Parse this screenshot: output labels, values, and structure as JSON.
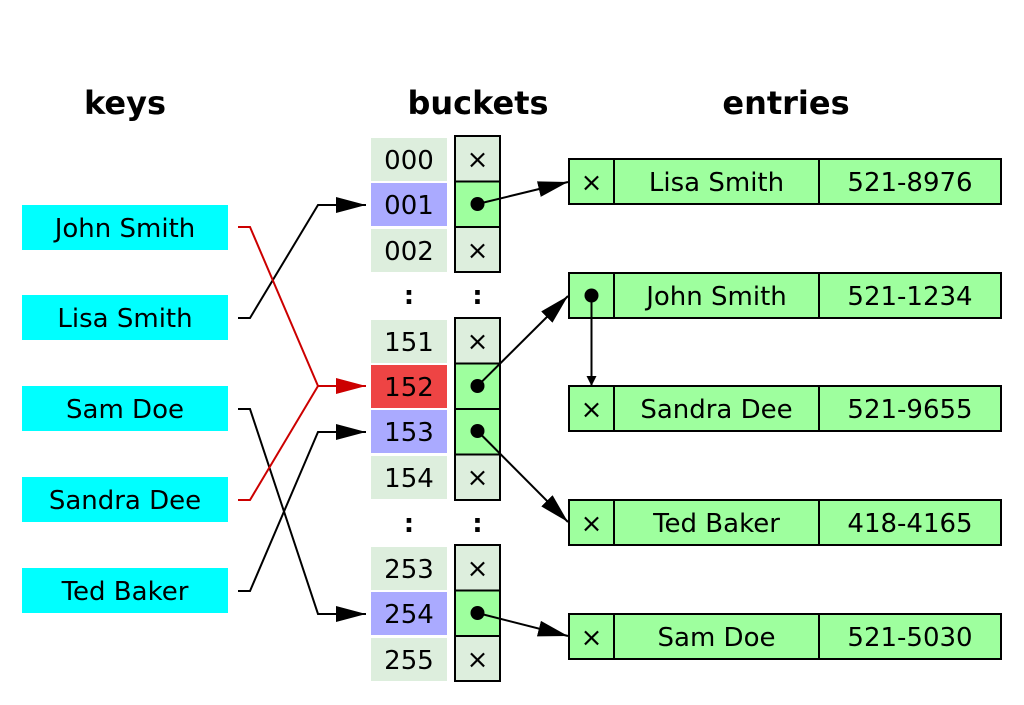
{
  "headers": {
    "keys": "keys",
    "buckets": "buckets",
    "entries": "entries"
  },
  "colors": {
    "key_fill": "#00ffff",
    "bucket_fill": "#ddeedd",
    "bucket_highlight": "#aaaaff",
    "bucket_collision": "#ee4444",
    "entry_fill": "#9eff9e",
    "collision_line": "#cc0000",
    "line": "#000000"
  },
  "keys": [
    "John Smith",
    "Lisa Smith",
    "Sam Doe",
    "Sandra Dee",
    "Ted Baker"
  ],
  "ellipsis": ":",
  "null_marker": "×",
  "buckets": [
    {
      "label": "000",
      "state": "empty"
    },
    {
      "label": "001",
      "state": "used"
    },
    {
      "label": "002",
      "state": "empty"
    },
    {
      "label": "151",
      "state": "empty"
    },
    {
      "label": "152",
      "state": "collision"
    },
    {
      "label": "153",
      "state": "used"
    },
    {
      "label": "154",
      "state": "empty"
    },
    {
      "label": "253",
      "state": "empty"
    },
    {
      "label": "254",
      "state": "used"
    },
    {
      "label": "255",
      "state": "empty"
    }
  ],
  "entries": [
    {
      "name": "Lisa Smith",
      "phone": "521-8976",
      "next": "null"
    },
    {
      "name": "John Smith",
      "phone": "521-1234",
      "next": "pointer"
    },
    {
      "name": "Sandra Dee",
      "phone": "521-9655",
      "next": "null"
    },
    {
      "name": "Ted Baker",
      "phone": "418-4165",
      "next": "null"
    },
    {
      "name": "Sam Doe",
      "phone": "521-5030",
      "next": "null"
    }
  ]
}
